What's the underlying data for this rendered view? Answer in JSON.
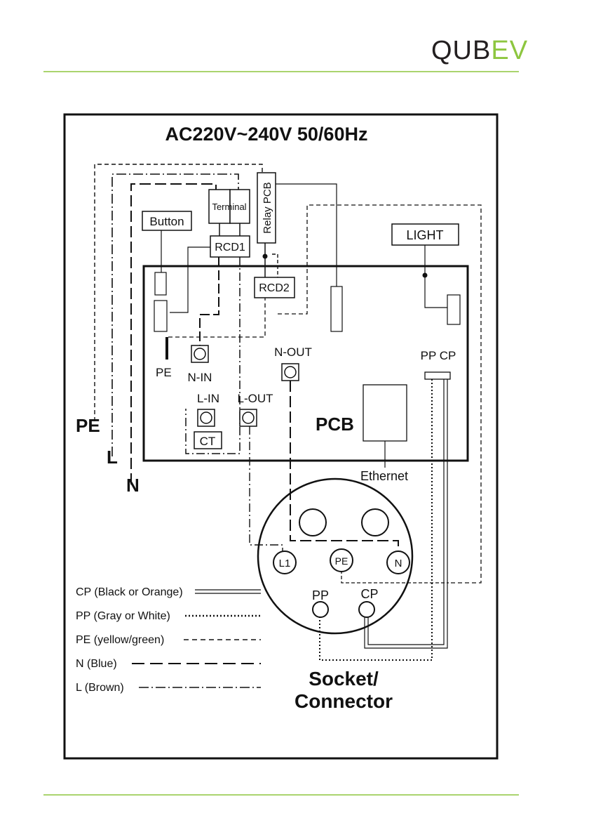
{
  "header": {
    "logo_text": "QUBEV",
    "logo_dark_part": "QUB",
    "logo_accent_part": "EV",
    "accent_color": "#8dc63f",
    "logo_color": "#231f20"
  },
  "diagram": {
    "title": "AC220V~240V 50/60Hz",
    "supply_lines": {
      "pe": "PE",
      "l": "L",
      "n": "N"
    },
    "components": {
      "terminal": "Terminal",
      "relay_pcb": "Relay PCB",
      "button": "Button",
      "rcd1": "RCD1",
      "rcd2": "RCD2",
      "light": "LIGHT",
      "pcb": "PCB",
      "ethernet": "Ethernet",
      "ct": "CT"
    },
    "terminals": {
      "pe": "PE",
      "n_in": "N-IN",
      "n_out": "N-OUT",
      "l_in": "L-IN",
      "l_out": "L-OUT",
      "pp_cp": "PP CP"
    },
    "socket": {
      "title_line1": "Socket/",
      "title_line2": "Connector",
      "pins": {
        "l1": "L1",
        "pe": "PE",
        "n": "N",
        "pp": "PP",
        "cp": "CP"
      }
    },
    "legend": [
      {
        "label": "CP (Black or Orange)",
        "style": "double"
      },
      {
        "label": "PP (Gray or White)",
        "style": "dotted"
      },
      {
        "label": "PE (yellow/green)",
        "style": "short-dash"
      },
      {
        "label": "N (Blue)",
        "style": "long-dash"
      },
      {
        "label": "L (Brown)",
        "style": "dash-dot"
      }
    ]
  }
}
